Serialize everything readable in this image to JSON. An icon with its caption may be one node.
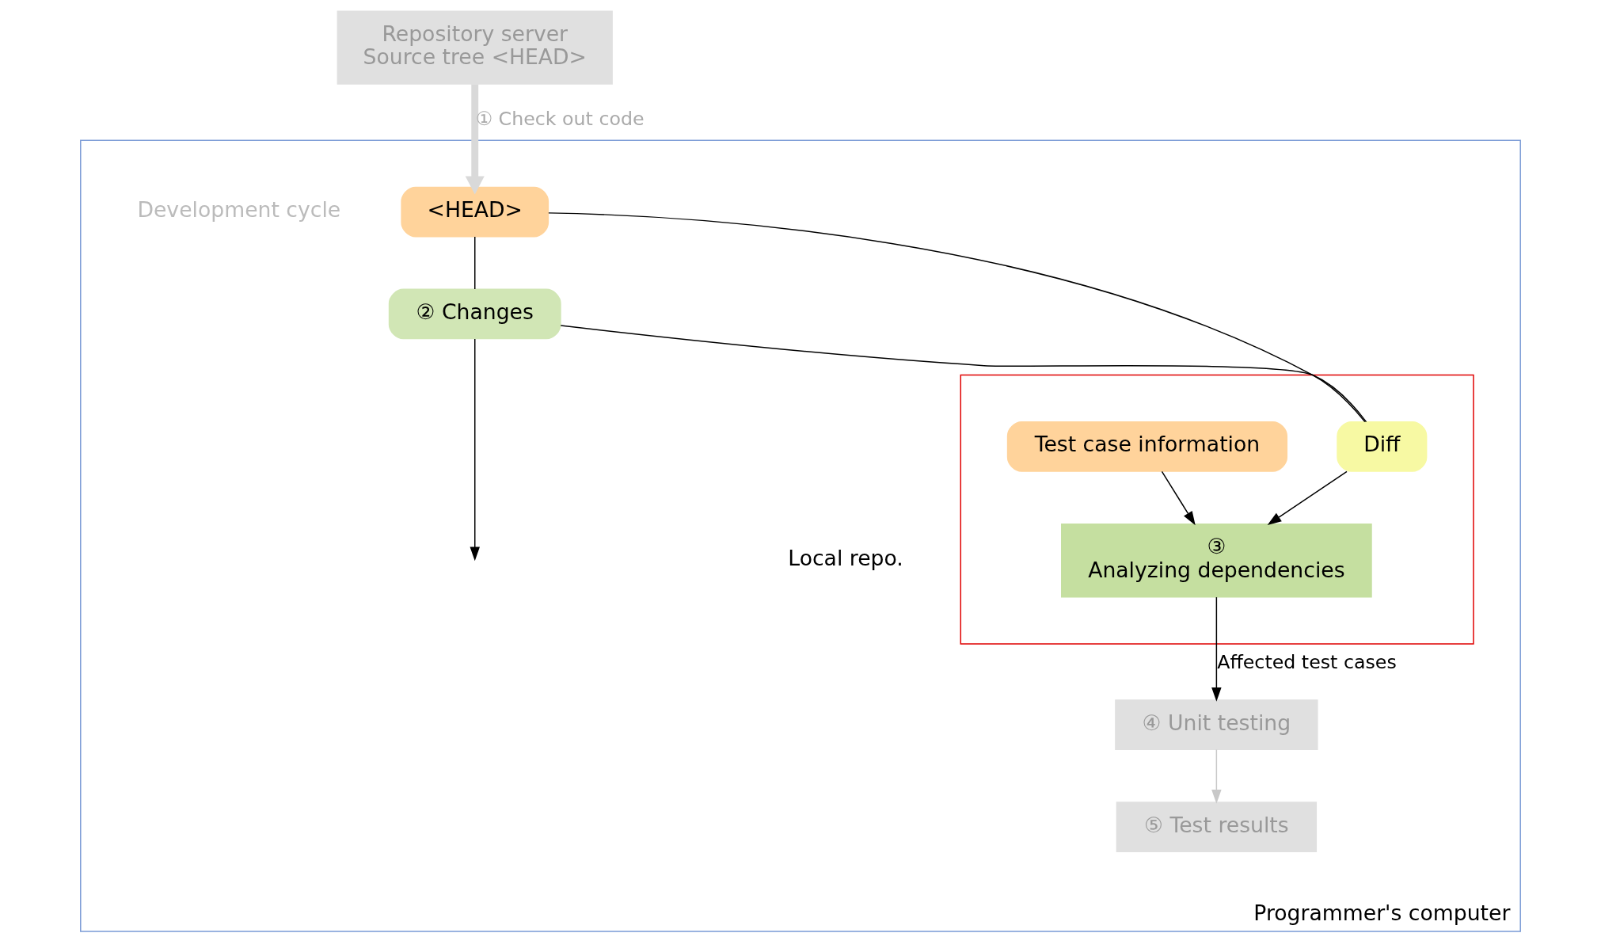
{
  "diagram": {
    "nodes": [
      {
        "text": [
          "Repository server",
          "Source tree <HEAD>"
        ]
      },
      {
        "text": [
          "Programmer's computer"
        ]
      },
      {
        "text": [],
        "shape": "box",
        "in": 1
      },
      {
        "text": [
          "<HEAD>"
        ],
        "in": 1
      },
      {
        "text": [
          "② Changes"
        ],
        "in": 1
      },
      {
        "text": [
          "Diff"
        ],
        "in": 2
      },
      {
        "text": [
          "③",
          "Analyzing dependencies"
        ],
        "in": 2
      },
      {
        "text": [
          "Test case information"
        ],
        "in": 2
      },
      {
        "text": [
          "④ Unit testing"
        ],
        "in": 1
      },
      {
        "text": [
          "⑤ Test results"
        ],
        "in": 1
      }
    ],
    "edges": [
      {
        "from": 0,
        "to": 3,
        "arrow": "to",
        "label": "① Check out code",
        "style": "thick",
        "color": "#d9d9d9"
      },
      {
        "from": 3,
        "to": 4,
        "arrow": "none"
      },
      {
        "from": 4,
        "to": null,
        "arrow": "to"
      },
      {
        "from": 3,
        "to": 5,
        "arrow": "none"
      },
      {
        "from": 4,
        "to": 5,
        "arrow": "none"
      },
      {
        "from": 5,
        "to": 6,
        "arrow": "to"
      },
      {
        "from": 7,
        "to": 6,
        "arrow": "to"
      },
      {
        "from": 6,
        "to": 8,
        "arrow": "to",
        "label": "Affected test cases"
      },
      {
        "from": 8,
        "to": 9,
        "arrow": "to",
        "color": "#c8c8c8"
      }
    ],
    "labels": [
      "Local repo.",
      "Development cycle"
    ]
  }
}
